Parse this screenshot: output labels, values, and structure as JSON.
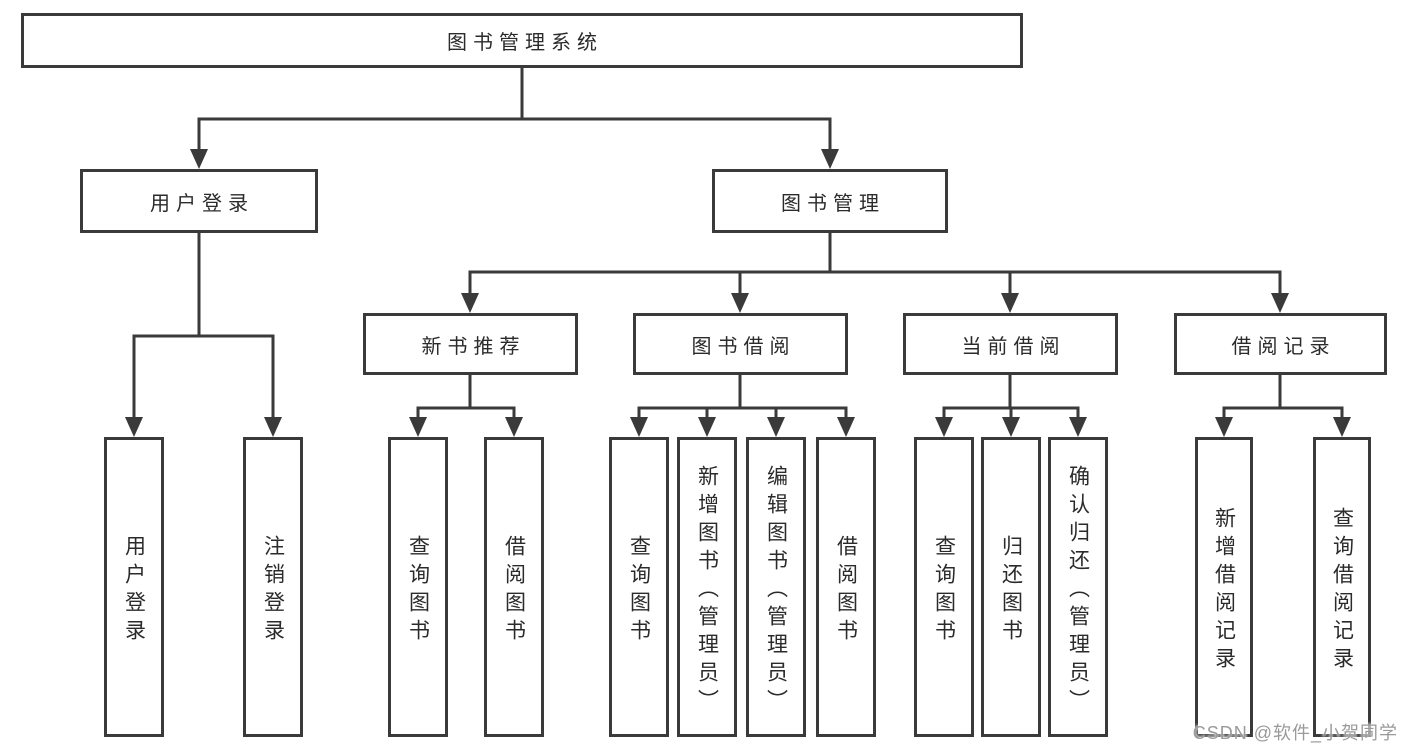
{
  "title": "图书管理系统",
  "watermark": "CSDN @软件_小贺同学",
  "colors": {
    "line": "#3a3a3a",
    "box_border": "#3a3a3a",
    "box_fill": "#ffffff",
    "text": "#2b2b2b",
    "watermark": "#9a9a9a",
    "background": "#ffffff"
  },
  "tree": {
    "label": "图书管理系统",
    "children": [
      {
        "label": "用户登录",
        "children": [
          {
            "label": "用户登录"
          },
          {
            "label": "注销登录"
          }
        ]
      },
      {
        "label": "图书管理",
        "children": [
          {
            "label": "新书推荐",
            "children": [
              {
                "label": "查询图书"
              },
              {
                "label": "借阅图书"
              }
            ]
          },
          {
            "label": "图书借阅",
            "children": [
              {
                "label": "查询图书"
              },
              {
                "label": "新增图书（管理员）"
              },
              {
                "label": "编辑图书（管理员）"
              },
              {
                "label": "借阅图书"
              }
            ]
          },
          {
            "label": "当前借阅",
            "children": [
              {
                "label": "查询图书"
              },
              {
                "label": "归还图书"
              },
              {
                "label": "确认归还（管理员）"
              }
            ]
          },
          {
            "label": "借阅记录",
            "children": [
              {
                "label": "新增借阅记录"
              },
              {
                "label": "查询借阅记录"
              }
            ]
          }
        ]
      }
    ]
  }
}
